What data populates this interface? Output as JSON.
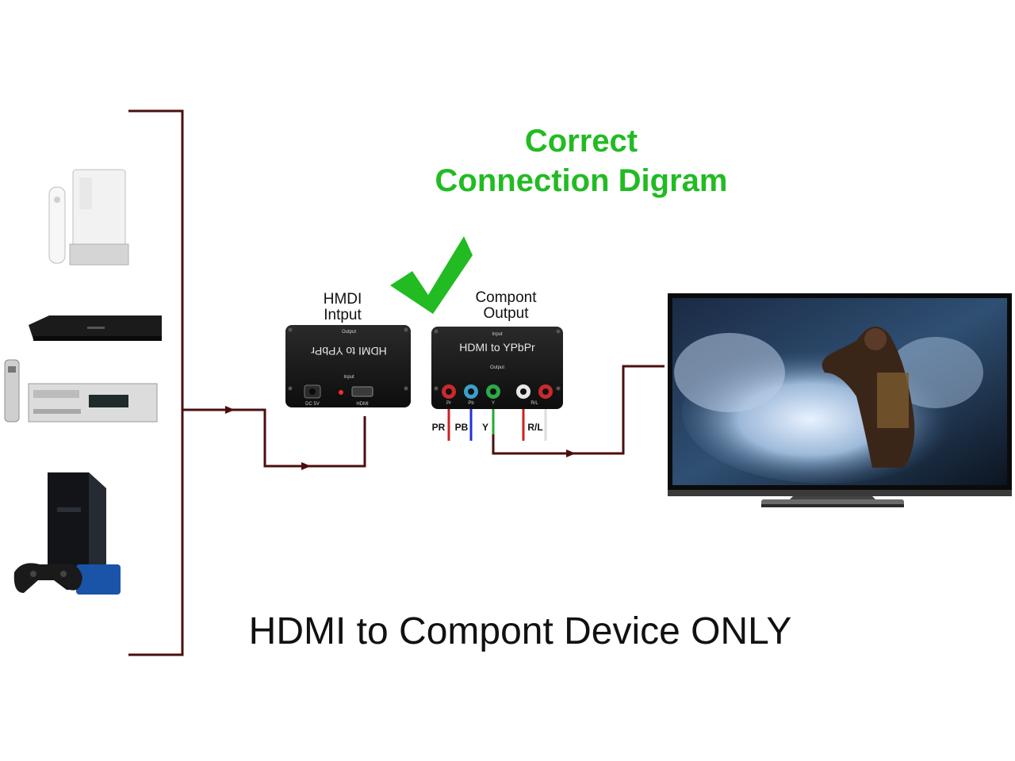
{
  "title": {
    "line1": "Correct",
    "line2": "Connection Digram",
    "color": "#22bb22"
  },
  "converter_input": {
    "heading_line1": "HMDI",
    "heading_line2": "Intput",
    "box_text": "HDMI to YPbPr",
    "top_tag": "Output",
    "bottom_tag": "Input",
    "port_dc": "DC 5V",
    "port_hdmi": "HDMI"
  },
  "converter_output": {
    "heading_line1": "Compont",
    "heading_line2": "Output",
    "box_text": "HDMI to YPbPr",
    "top_tag": "Input",
    "sub_tag": "Output",
    "jacks": [
      "Pr",
      "Pb",
      "Y",
      "R/L"
    ]
  },
  "wires": {
    "pr": "PR",
    "pb": "PB",
    "y": "Y",
    "rl": "R/L",
    "pr_color": "#cc2222",
    "pb_color": "#2233cc",
    "y_color": "#22aa33",
    "rl_color": "#cc2222"
  },
  "devices": [
    "game-console-wii-icon",
    "blu-ray-player-icon",
    "vcr-dvd-combo-icon",
    "ps2-console-icon"
  ],
  "connector_color": "#4a0f0f",
  "footer": "HDMI to Compont Device ONLY"
}
